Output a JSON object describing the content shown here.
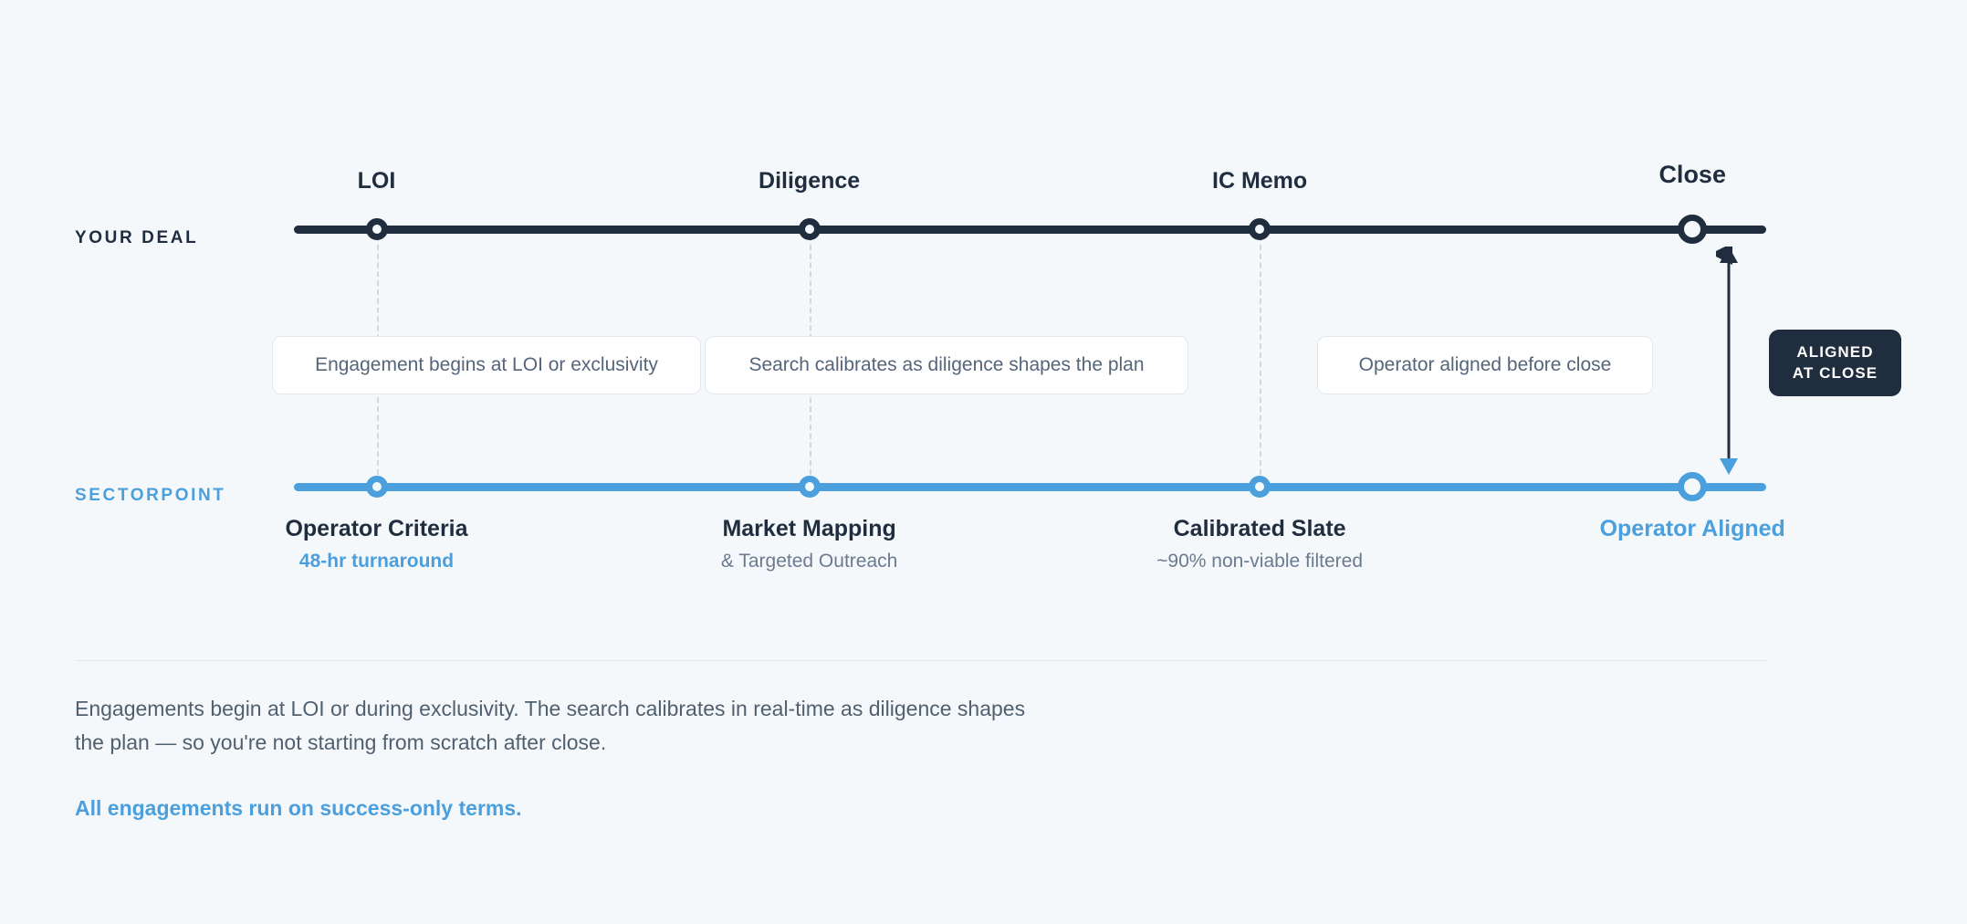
{
  "rows": {
    "top_label": "YOUR DEAL",
    "bottom_label": "SECTORPOINT"
  },
  "colors": {
    "background": "#f4f8fb",
    "navy": "#1f2d3f",
    "accent_blue": "#4a9fdc",
    "muted_text": "#6b7b8f",
    "box_border": "#e2e8ee",
    "dashed_line": "#cfd9e2"
  },
  "milestones": [
    {
      "label": "LOI",
      "x_pct": 4.2,
      "final": false
    },
    {
      "label": "Diligence",
      "x_pct": 26.2,
      "final": false
    },
    {
      "label": "IC Memo",
      "x_pct": 49.1,
      "final": false
    },
    {
      "label": "Close",
      "x_pct": 71.1,
      "final": true
    }
  ],
  "callouts": [
    {
      "text": "Engagement begins at LOI or exclusivity"
    },
    {
      "text": "Search calibrates as diligence shapes the plan"
    },
    {
      "text": "Operator aligned before close"
    }
  ],
  "stages": [
    {
      "title": "Operator Criteria",
      "sub": "48-hr turnaround",
      "title_accent": false,
      "sub_accent": true
    },
    {
      "title": "Market Mapping",
      "sub": "& Targeted Outreach",
      "title_accent": false,
      "sub_accent": false
    },
    {
      "title": "Calibrated Slate",
      "sub": "~90% non-viable filtered",
      "title_accent": false,
      "sub_accent": false
    },
    {
      "title": "Operator Aligned",
      "sub": "",
      "title_accent": true,
      "sub_accent": false
    }
  ],
  "badge": {
    "line1": "ALIGNED",
    "line2": "AT CLOSE"
  },
  "footer": {
    "paragraph": "Engagements begin at LOI or during exclusivity. The search calibrates in real-time as diligence shapes the plan — so you're not starting from scratch after close.",
    "note": "All engagements run on success-only terms."
  }
}
